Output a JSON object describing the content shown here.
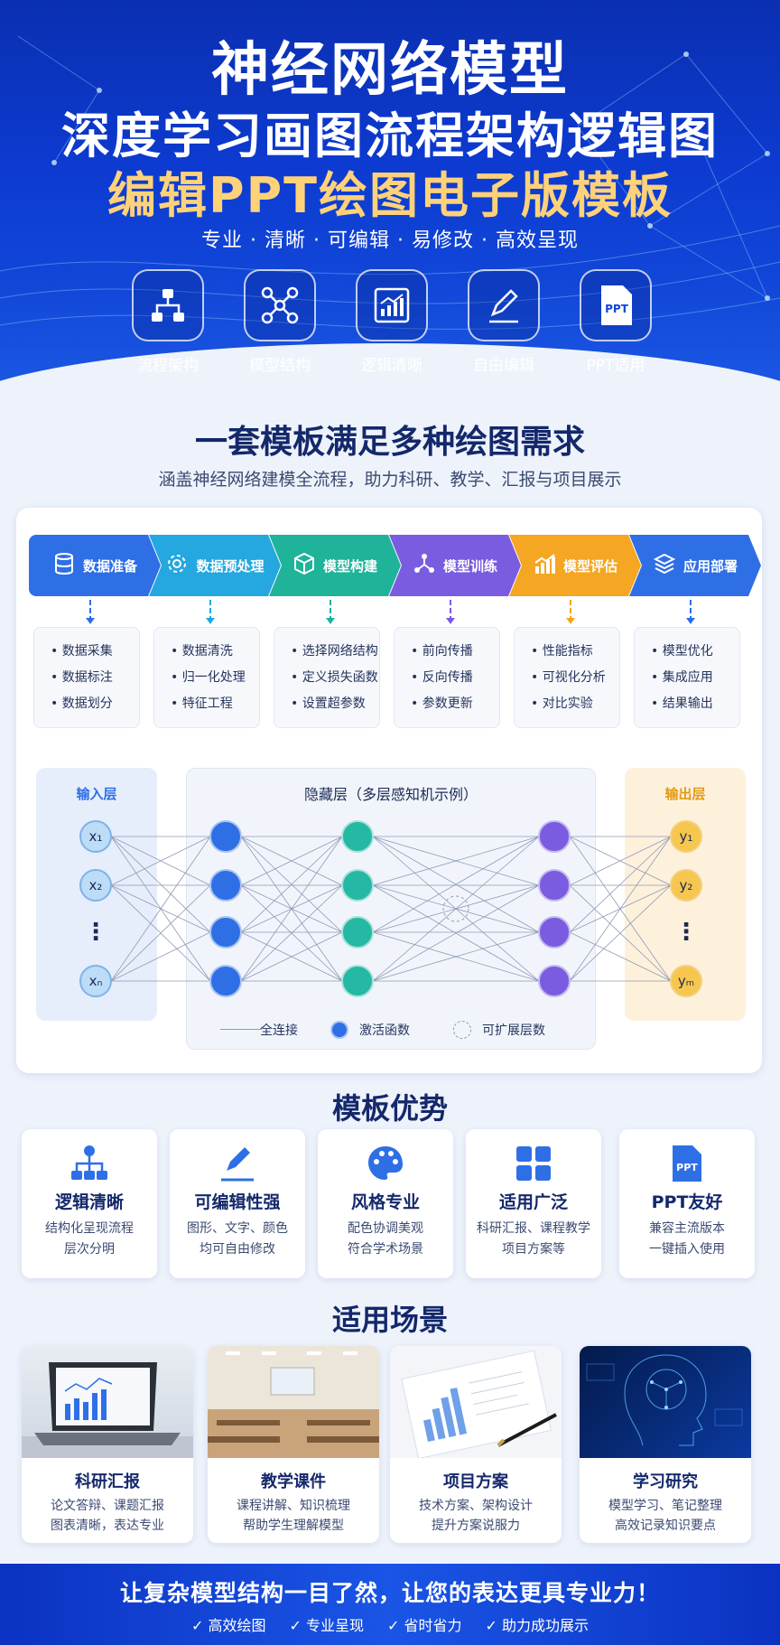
{
  "hero": {
    "title_line1": "神经网络模型",
    "title_line2": "深度学习画图流程架构逻辑图",
    "title_line3": "编辑PPT绘图电子版模板",
    "tagline": "专业 · 清晰 · 可编辑 · 易修改 · 高效呈现",
    "features": [
      {
        "label": "流程架构",
        "icon": "flowchart-icon"
      },
      {
        "label": "模型结构",
        "icon": "network-icon"
      },
      {
        "label": "逻辑清晰",
        "icon": "chart-icon"
      },
      {
        "label": "自由编辑",
        "icon": "pencil-icon"
      },
      {
        "label": "PPT适用",
        "icon": "ppt-icon",
        "badge": "PPT"
      }
    ]
  },
  "section1": {
    "title": "一套模板满足多种绘图需求",
    "subtitle": "涵盖神经网络建模全流程，助力科研、教学、汇报与项目展示"
  },
  "pipeline": [
    {
      "label": "数据准备",
      "icon": "database-icon",
      "color": "#2f6fe6",
      "items": [
        "数据采集",
        "数据标注",
        "数据划分"
      ]
    },
    {
      "label": "数据预处理",
      "icon": "gear-icon",
      "color": "#25a7e0",
      "items": [
        "数据清洗",
        "归一化处理",
        "特征工程"
      ]
    },
    {
      "label": "模型构建",
      "icon": "cube-icon",
      "color": "#1fb39a",
      "items": [
        "选择网络结构",
        "定义损失函数",
        "设置超参数"
      ]
    },
    {
      "label": "模型训练",
      "icon": "neural-icon",
      "color": "#7a5ce0",
      "items": [
        "前向传播",
        "反向传播",
        "参数更新"
      ]
    },
    {
      "label": "模型评估",
      "icon": "bar-chart-icon",
      "color": "#f5a623",
      "items": [
        "性能指标",
        "可视化分析",
        "对比实验"
      ]
    },
    {
      "label": "应用部署",
      "icon": "layers-icon",
      "color": "#2f6fe6",
      "items": [
        "模型优化",
        "集成应用",
        "结果输出"
      ]
    }
  ],
  "network": {
    "input_title": "输入层",
    "hidden_title": "隐藏层（多层感知机示例）",
    "output_title": "输出层",
    "inputs": [
      "x₁",
      "x₂",
      "⋮",
      "xₙ"
    ],
    "outputs": [
      "y₁",
      "y₂",
      "⋮",
      "yₘ"
    ],
    "legend": [
      "全连接",
      "激活函数",
      "可扩展层数"
    ],
    "colors": {
      "input": "#bcdcf7",
      "layer1": "#2f6fe6",
      "layer2": "#25b9a5",
      "layer3": "#7a5ce0",
      "output": "#f7c64e"
    }
  },
  "advantages": {
    "title": "模板优势",
    "items": [
      {
        "title": "逻辑清晰",
        "desc1": "结构化呈现流程",
        "desc2": "层次分明",
        "icon": "hierarchy-icon"
      },
      {
        "title": "可编辑性强",
        "desc1": "图形、文字、颜色",
        "desc2": "均可自由修改",
        "icon": "edit-icon"
      },
      {
        "title": "风格专业",
        "desc1": "配色协调美观",
        "desc2": "符合学术场景",
        "icon": "palette-icon"
      },
      {
        "title": "适用广泛",
        "desc1": "科研汇报、课程教学",
        "desc2": "项目方案等",
        "icon": "grid-icon"
      },
      {
        "title": "PPT友好",
        "desc1": "兼容主流版本",
        "desc2": "一键插入使用",
        "icon": "ppt-file-icon",
        "badge": "PPT"
      }
    ]
  },
  "scenes": {
    "title": "适用场景",
    "items": [
      {
        "title": "科研汇报",
        "desc1": "论文答辩、课题汇报",
        "desc2": "图表清晰，表达专业"
      },
      {
        "title": "教学课件",
        "desc1": "课程讲解、知识梳理",
        "desc2": "帮助学生理解模型"
      },
      {
        "title": "项目方案",
        "desc1": "技术方案、架构设计",
        "desc2": "提升方案说服力"
      },
      {
        "title": "学习研究",
        "desc1": "模型学习、笔记整理",
        "desc2": "高效记录知识要点"
      }
    ]
  },
  "footer": {
    "slogan": "让复杂模型结构一目了然，让您的表达更具专业力！",
    "checks": [
      "✓ 高效绘图",
      "✓ 专业呈现",
      "✓ 省时省力",
      "✓ 助力成功展示"
    ]
  }
}
